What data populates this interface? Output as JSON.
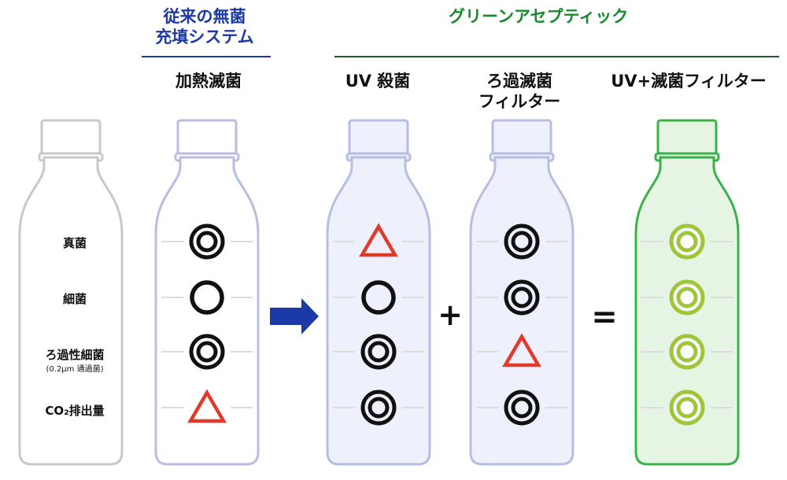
{
  "headings": {
    "conventional": [
      "従来の無菌",
      "充填システム"
    ],
    "green": "グリーンアセプティック"
  },
  "column_titles": {
    "heat": "加熱滅菌",
    "uv": "UV 殺菌",
    "filter": [
      "ろ過滅菌",
      "フィルター"
    ],
    "combined": "UV+滅菌フィルター"
  },
  "row_labels": [
    {
      "label": "真菌",
      "sub": ""
    },
    {
      "label": "細菌",
      "sub": ""
    },
    {
      "label": "ろ過性細菌",
      "sub": "(0.2μm 通過菌)"
    },
    {
      "label": "CO₂排出量",
      "sub": ""
    }
  ],
  "operators": {
    "plus": "+",
    "equals": "="
  },
  "ratings": {
    "heat": [
      "double-circle",
      "circle",
      "double-circle",
      "triangle"
    ],
    "uv": [
      "triangle",
      "circle",
      "double-circle",
      "double-circle"
    ],
    "filter": [
      "double-circle",
      "double-circle",
      "triangle",
      "double-circle"
    ],
    "combined": [
      "double-circle",
      "double-circle",
      "double-circle",
      "double-circle"
    ]
  },
  "colors": {
    "conventional_blue": "#1c3aa5",
    "green": "#178a2c",
    "bottle_gray": "#c8c8c8",
    "bottle_blue": "#b7bde3",
    "bottle_green": "#3cb04a",
    "triangle_red": "#e23a2a",
    "combined_symbol": "#9dc63a",
    "arrow_blue": "#1c3aa5"
  }
}
